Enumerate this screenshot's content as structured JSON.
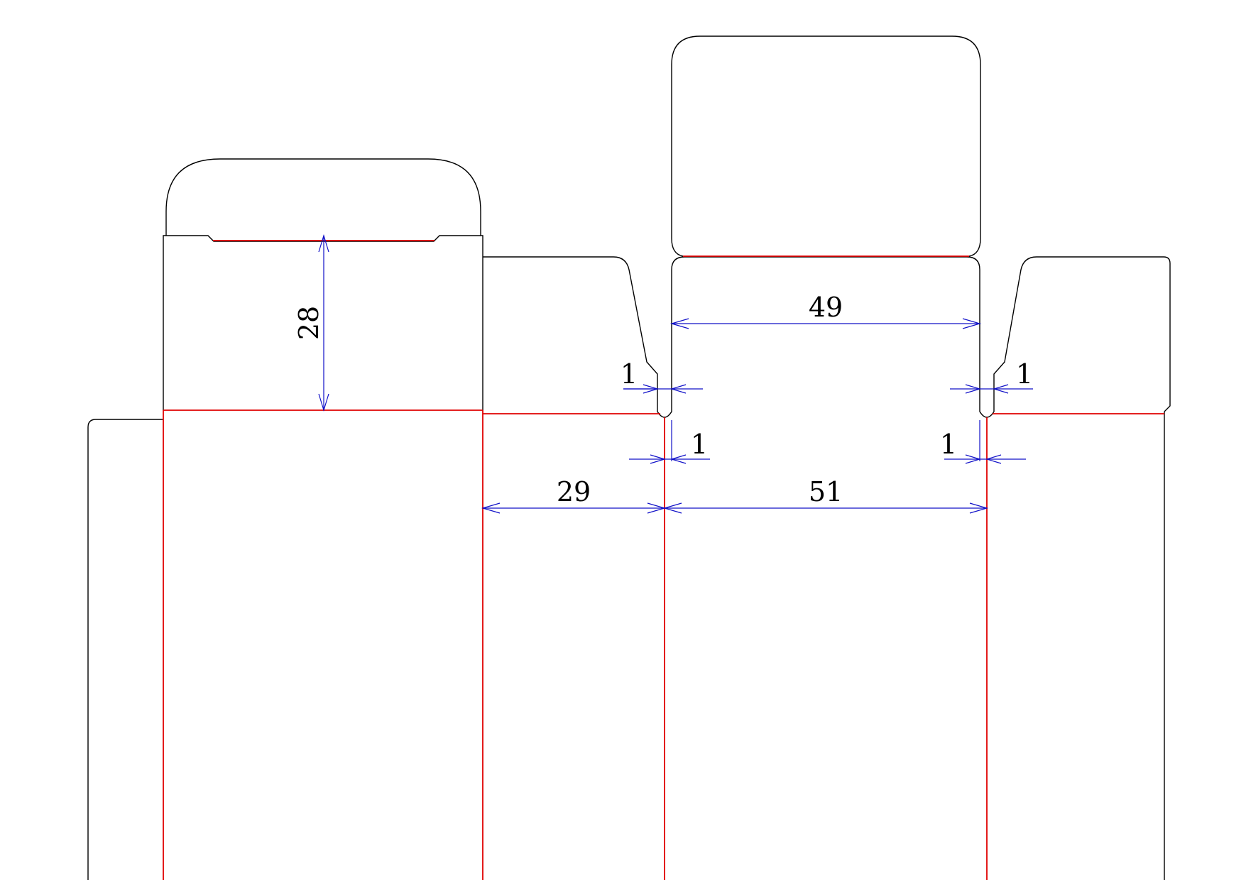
{
  "colors": {
    "cut": "#000000",
    "fold": "#e00000",
    "dimension": "#1010c8",
    "background": "#ffffff"
  },
  "dimensions": {
    "tuck_height": "28",
    "top_panel_width": "49",
    "side_panel_width": "29",
    "front_panel_width": "51",
    "slot_left_upper": "1",
    "slot_right_upper": "1",
    "slot_left_lower": "1",
    "slot_right_lower": "1"
  }
}
